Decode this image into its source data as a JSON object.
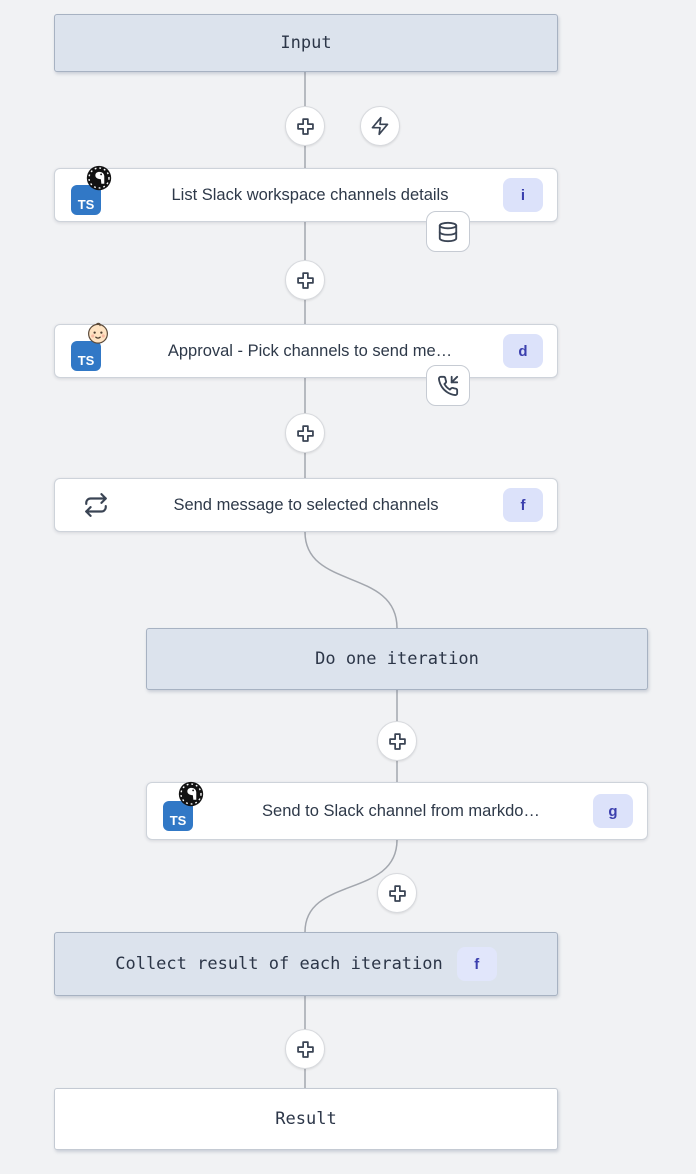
{
  "colors": {
    "background": "#f1f2f4",
    "header_fill": "#dce3ed",
    "header_border": "#a7b2c2",
    "node_border": "#ced3da",
    "connector_line": "#a3a7ae",
    "badge_bg": "#dce2fa",
    "badge_text": "#3b3fae",
    "typescript_blue": "#3178c6"
  },
  "header_boxes": {
    "input": {
      "label": "Input"
    },
    "do_iteration": {
      "label": "Do one iteration"
    },
    "collect": {
      "label": "Collect result of each iteration",
      "badge": "f"
    },
    "result": {
      "label": "Result"
    }
  },
  "nodes": [
    {
      "label": "List Slack workspace channels details",
      "badge": "i",
      "lang": "TS",
      "overlay": "deno-logo",
      "attachment": "database"
    },
    {
      "label": "Approval - Pick channels to send me…",
      "badge": "d",
      "lang": "TS",
      "overlay": "baby-face",
      "attachment": "phone-incoming"
    },
    {
      "label": "Send message to selected channels",
      "badge": "f",
      "icon": "repeat"
    },
    {
      "label": "Send to Slack channel from markdo…",
      "badge": "g",
      "lang": "TS",
      "overlay": "deno-logo"
    }
  ],
  "icons": {
    "add_step": "plus-icon",
    "trigger": "zap-icon",
    "cache": "database-icon",
    "suspend": "phone-incoming-icon",
    "loop": "repeat-icon"
  }
}
